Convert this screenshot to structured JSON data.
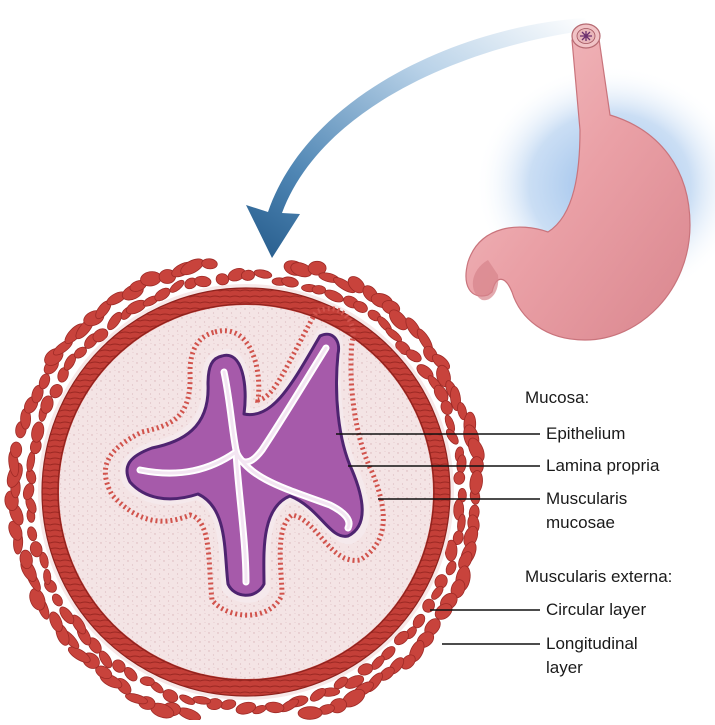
{
  "labels": {
    "mucosa_heading": "Mucosa:",
    "epithelium": "Epithelium",
    "lamina_propria": "Lamina propria",
    "muscularis_mucosae_1": "Muscularis",
    "muscularis_mucosae_2": "mucosae",
    "muscularis_externa_heading": "Muscularis externa:",
    "circular_layer": "Circular layer",
    "longitudinal_layer_1": "Longitudinal",
    "longitudinal_layer_2": "layer"
  },
  "colors": {
    "muscle_red": "#c8433c",
    "muscle_dark": "#9e2a26",
    "submucosa_pink": "#f3e1e2",
    "mucosa_purple": "#a558a8",
    "mucosa_edge": "#5a2a78",
    "stomach_pink": "#eaa3a8",
    "glow_blue": "#a8c8ec",
    "arrow_blue": "#2f6a9a"
  }
}
